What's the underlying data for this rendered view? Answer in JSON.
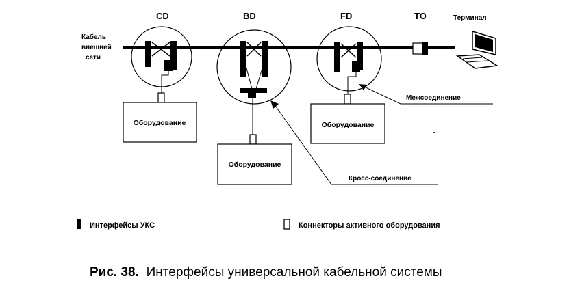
{
  "nodes": {
    "cd": "CD",
    "bd": "BD",
    "fd": "FD",
    "to": "TO",
    "terminal": "Терминал"
  },
  "cable_label": [
    "Кабель",
    "внешней",
    "сети"
  ],
  "equipment": {
    "cd": "Оборудование",
    "bd": "Оборудование",
    "fd": "Оборудование"
  },
  "callouts": {
    "interconnect": "Межсоединение",
    "crossconnect": "Кросс-соединение"
  },
  "legend": {
    "interfaces": "Интерфейсы УКС",
    "connectors": "Коннекторы активного оборудования"
  },
  "caption": {
    "prefix": "Рис. 38.",
    "text": "Интерфейсы универсальной кабельной системы"
  }
}
